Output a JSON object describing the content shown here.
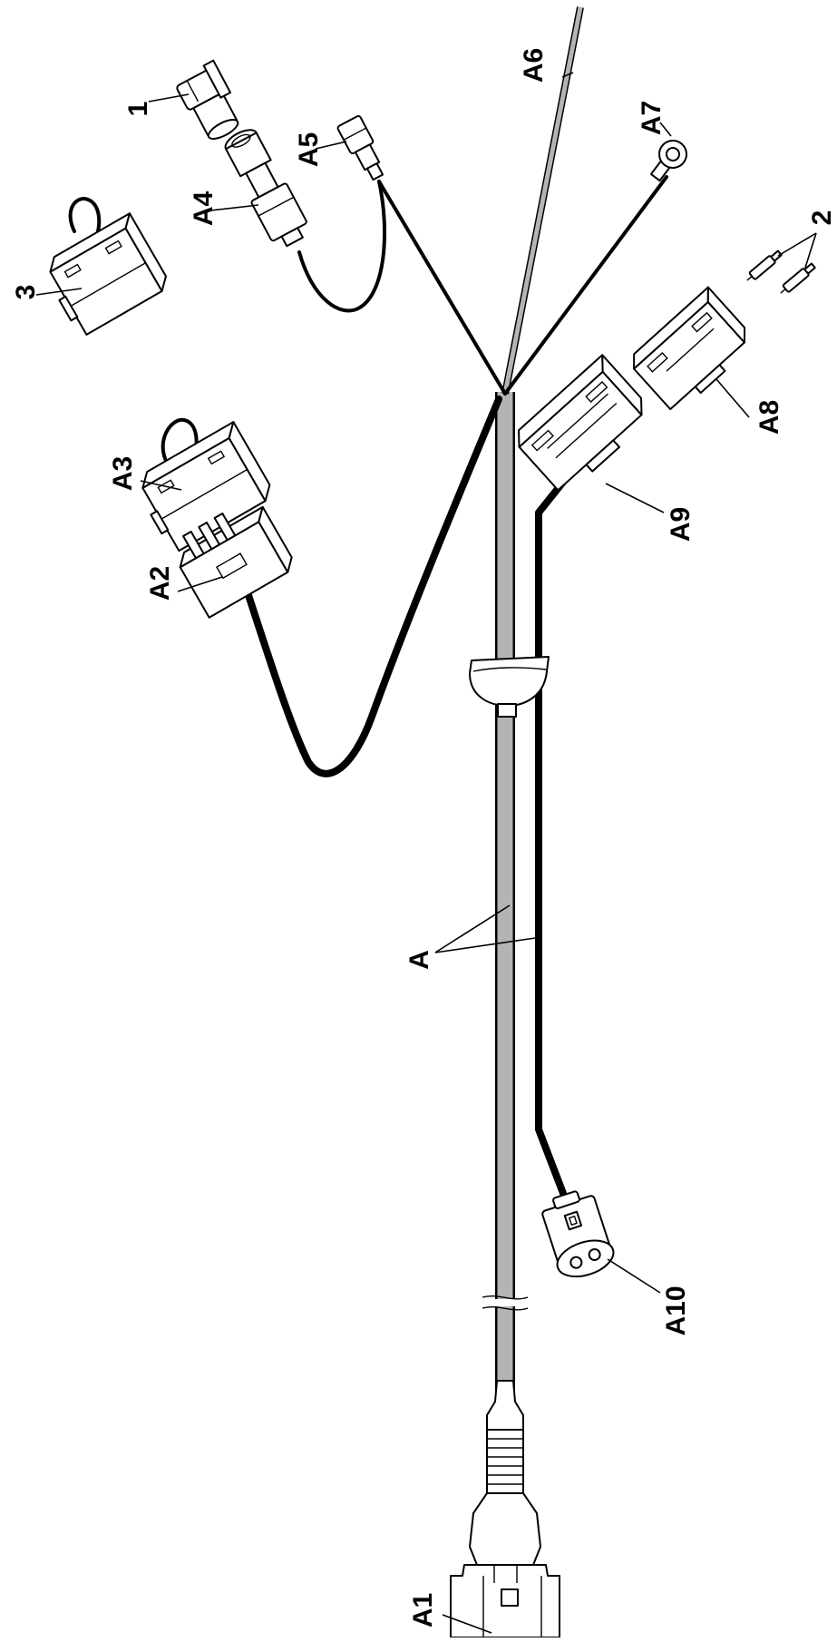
{
  "diagram": {
    "labels": {
      "one": "1",
      "two": "2",
      "three": "3",
      "a": "A",
      "a1": "A1",
      "a2": "A2",
      "a3": "A3",
      "a4": "A4",
      "a5": "A5",
      "a6": "A6",
      "a7": "A7",
      "a8": "A8",
      "a9": "A9",
      "a10": "A10"
    },
    "colors": {
      "line": "#000000",
      "sheath": "#b4b4b4",
      "background": "#ffffff"
    }
  }
}
